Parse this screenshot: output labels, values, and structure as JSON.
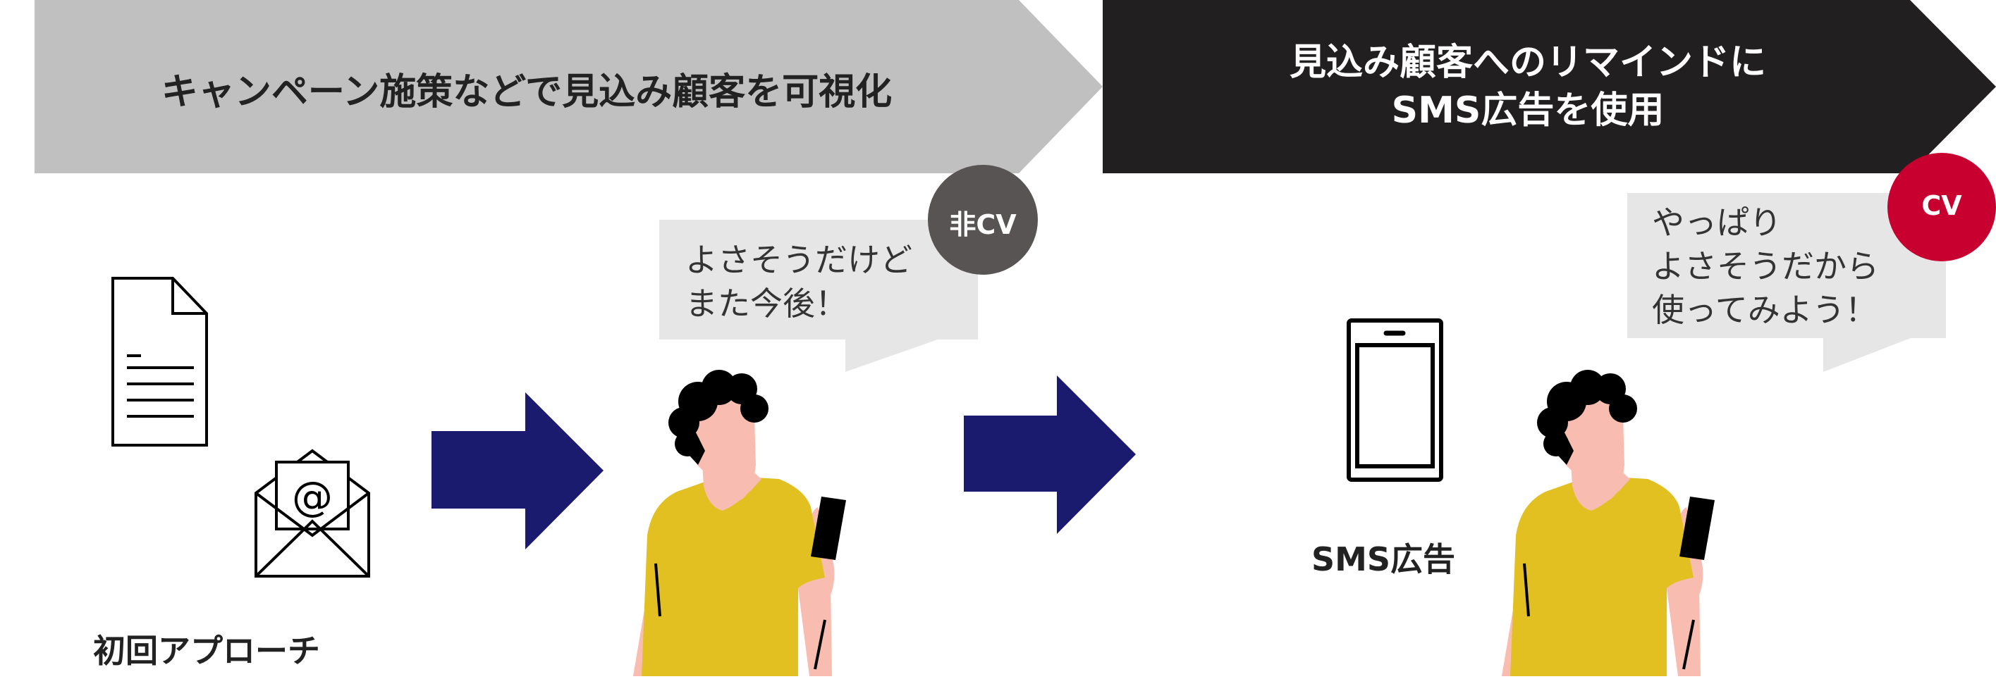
{
  "step1": {
    "title": "キャンペーン施策などで見込み顧客を可視化",
    "color": "#c0c0c0"
  },
  "step2": {
    "title_line1": "見込み顧客へのリマインドに",
    "title_line2": "SMS広告を使用",
    "color": "#221f20"
  },
  "first_approach": {
    "label": "初回アプローチ",
    "icons": [
      "document-icon",
      "email-icon"
    ]
  },
  "customer1": {
    "speech_line1": "よさそうだけど",
    "speech_line2": "また今後！",
    "badge": "非CV",
    "badge_color": "#595454"
  },
  "sms": {
    "label": "SMS広告",
    "icon": "smartphone-icon"
  },
  "customer2": {
    "speech_line1": "やっぱり",
    "speech_line2": "よさそうだから",
    "speech_line3": "使ってみよう！",
    "badge": "CV",
    "badge_color": "#c8002f"
  },
  "arrow_color": "#1a1a6e"
}
